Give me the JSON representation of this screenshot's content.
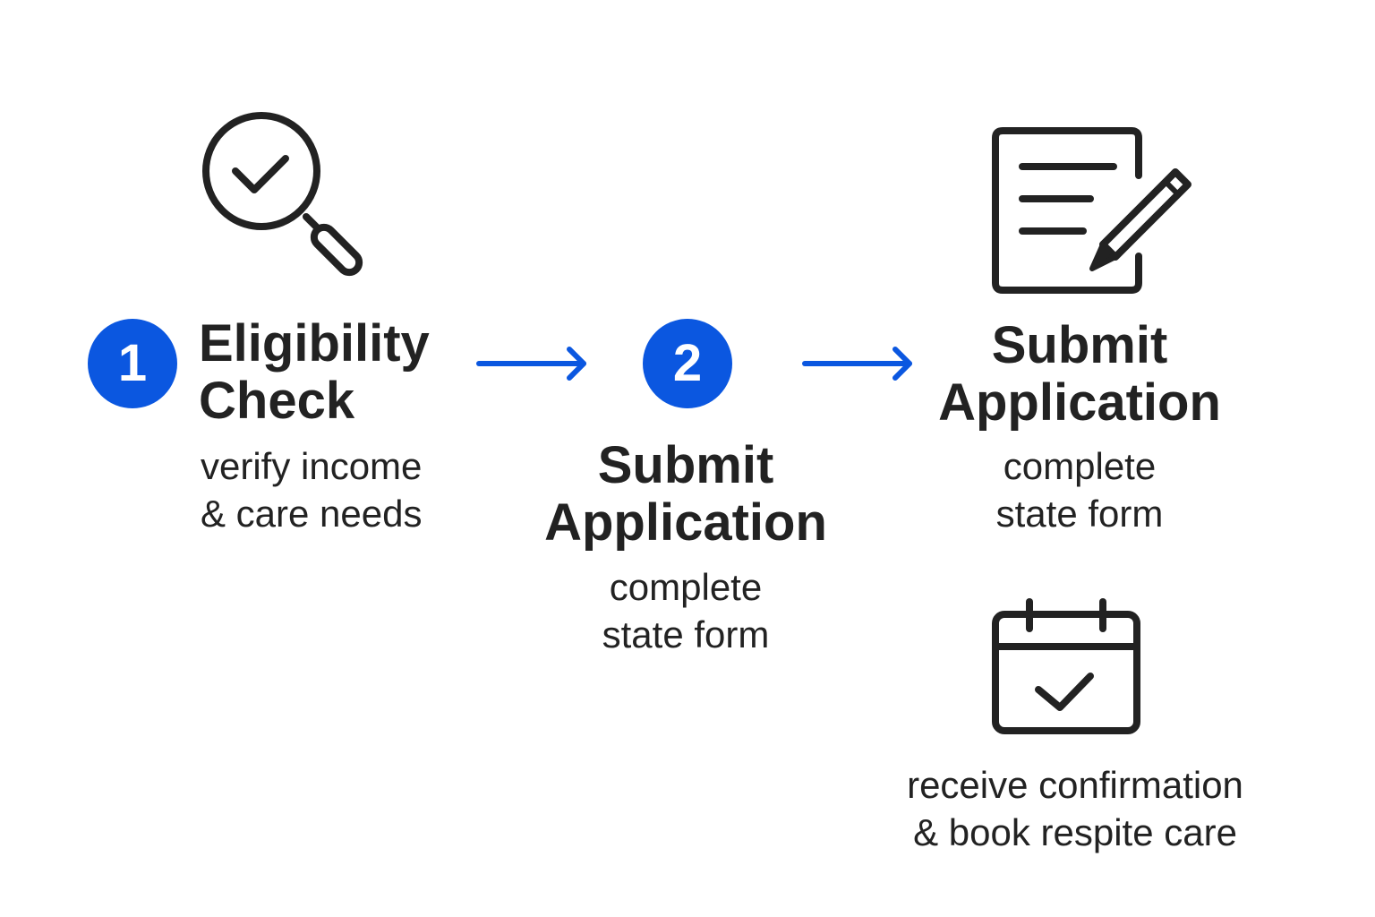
{
  "colors": {
    "accent": "#0b57e0",
    "text": "#222222",
    "background": "#ffffff"
  },
  "step1": {
    "number": "1",
    "title_line1": "Eligibility",
    "title_line2": "Check",
    "desc_line1": "verify income",
    "desc_line2": "& care needs",
    "icon": "magnifier-check-icon"
  },
  "step2": {
    "number": "2",
    "title_line1": "Submit",
    "title_line2": "Application",
    "desc_line1": "complete",
    "desc_line2": "state form"
  },
  "step3": {
    "title_line1": "Submit",
    "title_line2": "Application",
    "desc_line1": "complete",
    "desc_line2": "state form",
    "icon": "document-pencil-icon"
  },
  "step4": {
    "desc_line1": "receive confirmation",
    "desc_line2": "& book respite care",
    "icon": "calendar-check-icon"
  },
  "connectors": [
    "arrow-right-icon",
    "arrow-right-icon"
  ]
}
